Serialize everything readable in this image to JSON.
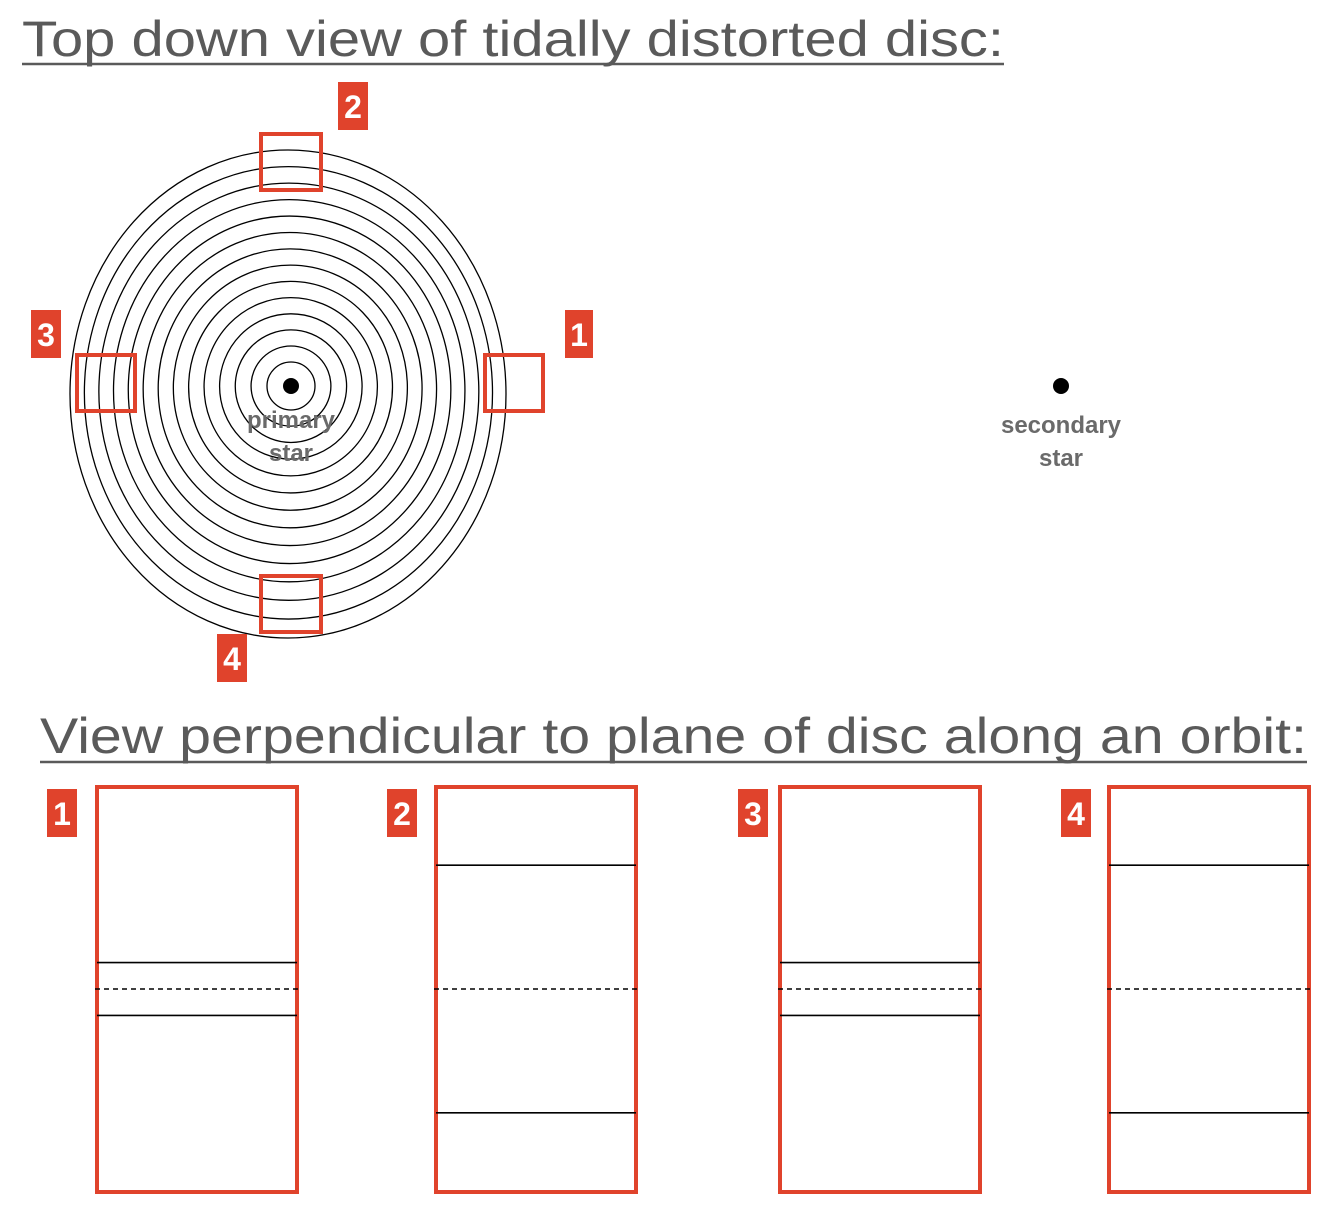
{
  "titles": {
    "top": "Top down view of tidally distorted disc:",
    "bottom": "View perpendicular to plane of disc along an orbit:"
  },
  "stars": {
    "primary": {
      "line1": "primary",
      "line2": "star"
    },
    "secondary": {
      "line1": "secondary",
      "line2": "star"
    }
  },
  "markers": [
    {
      "label": "1",
      "position": "right"
    },
    {
      "label": "2",
      "position": "top"
    },
    {
      "label": "3",
      "position": "left"
    },
    {
      "label": "4",
      "position": "bottom"
    }
  ],
  "panels": [
    {
      "label": "1",
      "disc_half_thickness": 0.13
    },
    {
      "label": "2",
      "disc_half_thickness": 0.61
    },
    {
      "label": "3",
      "disc_half_thickness": 0.13
    },
    {
      "label": "4",
      "disc_half_thickness": 0.61
    }
  ],
  "colors": {
    "accent": "#e0432c",
    "heading": "#5a5a5a",
    "label": "#6a6a6a",
    "line": "#000000"
  }
}
